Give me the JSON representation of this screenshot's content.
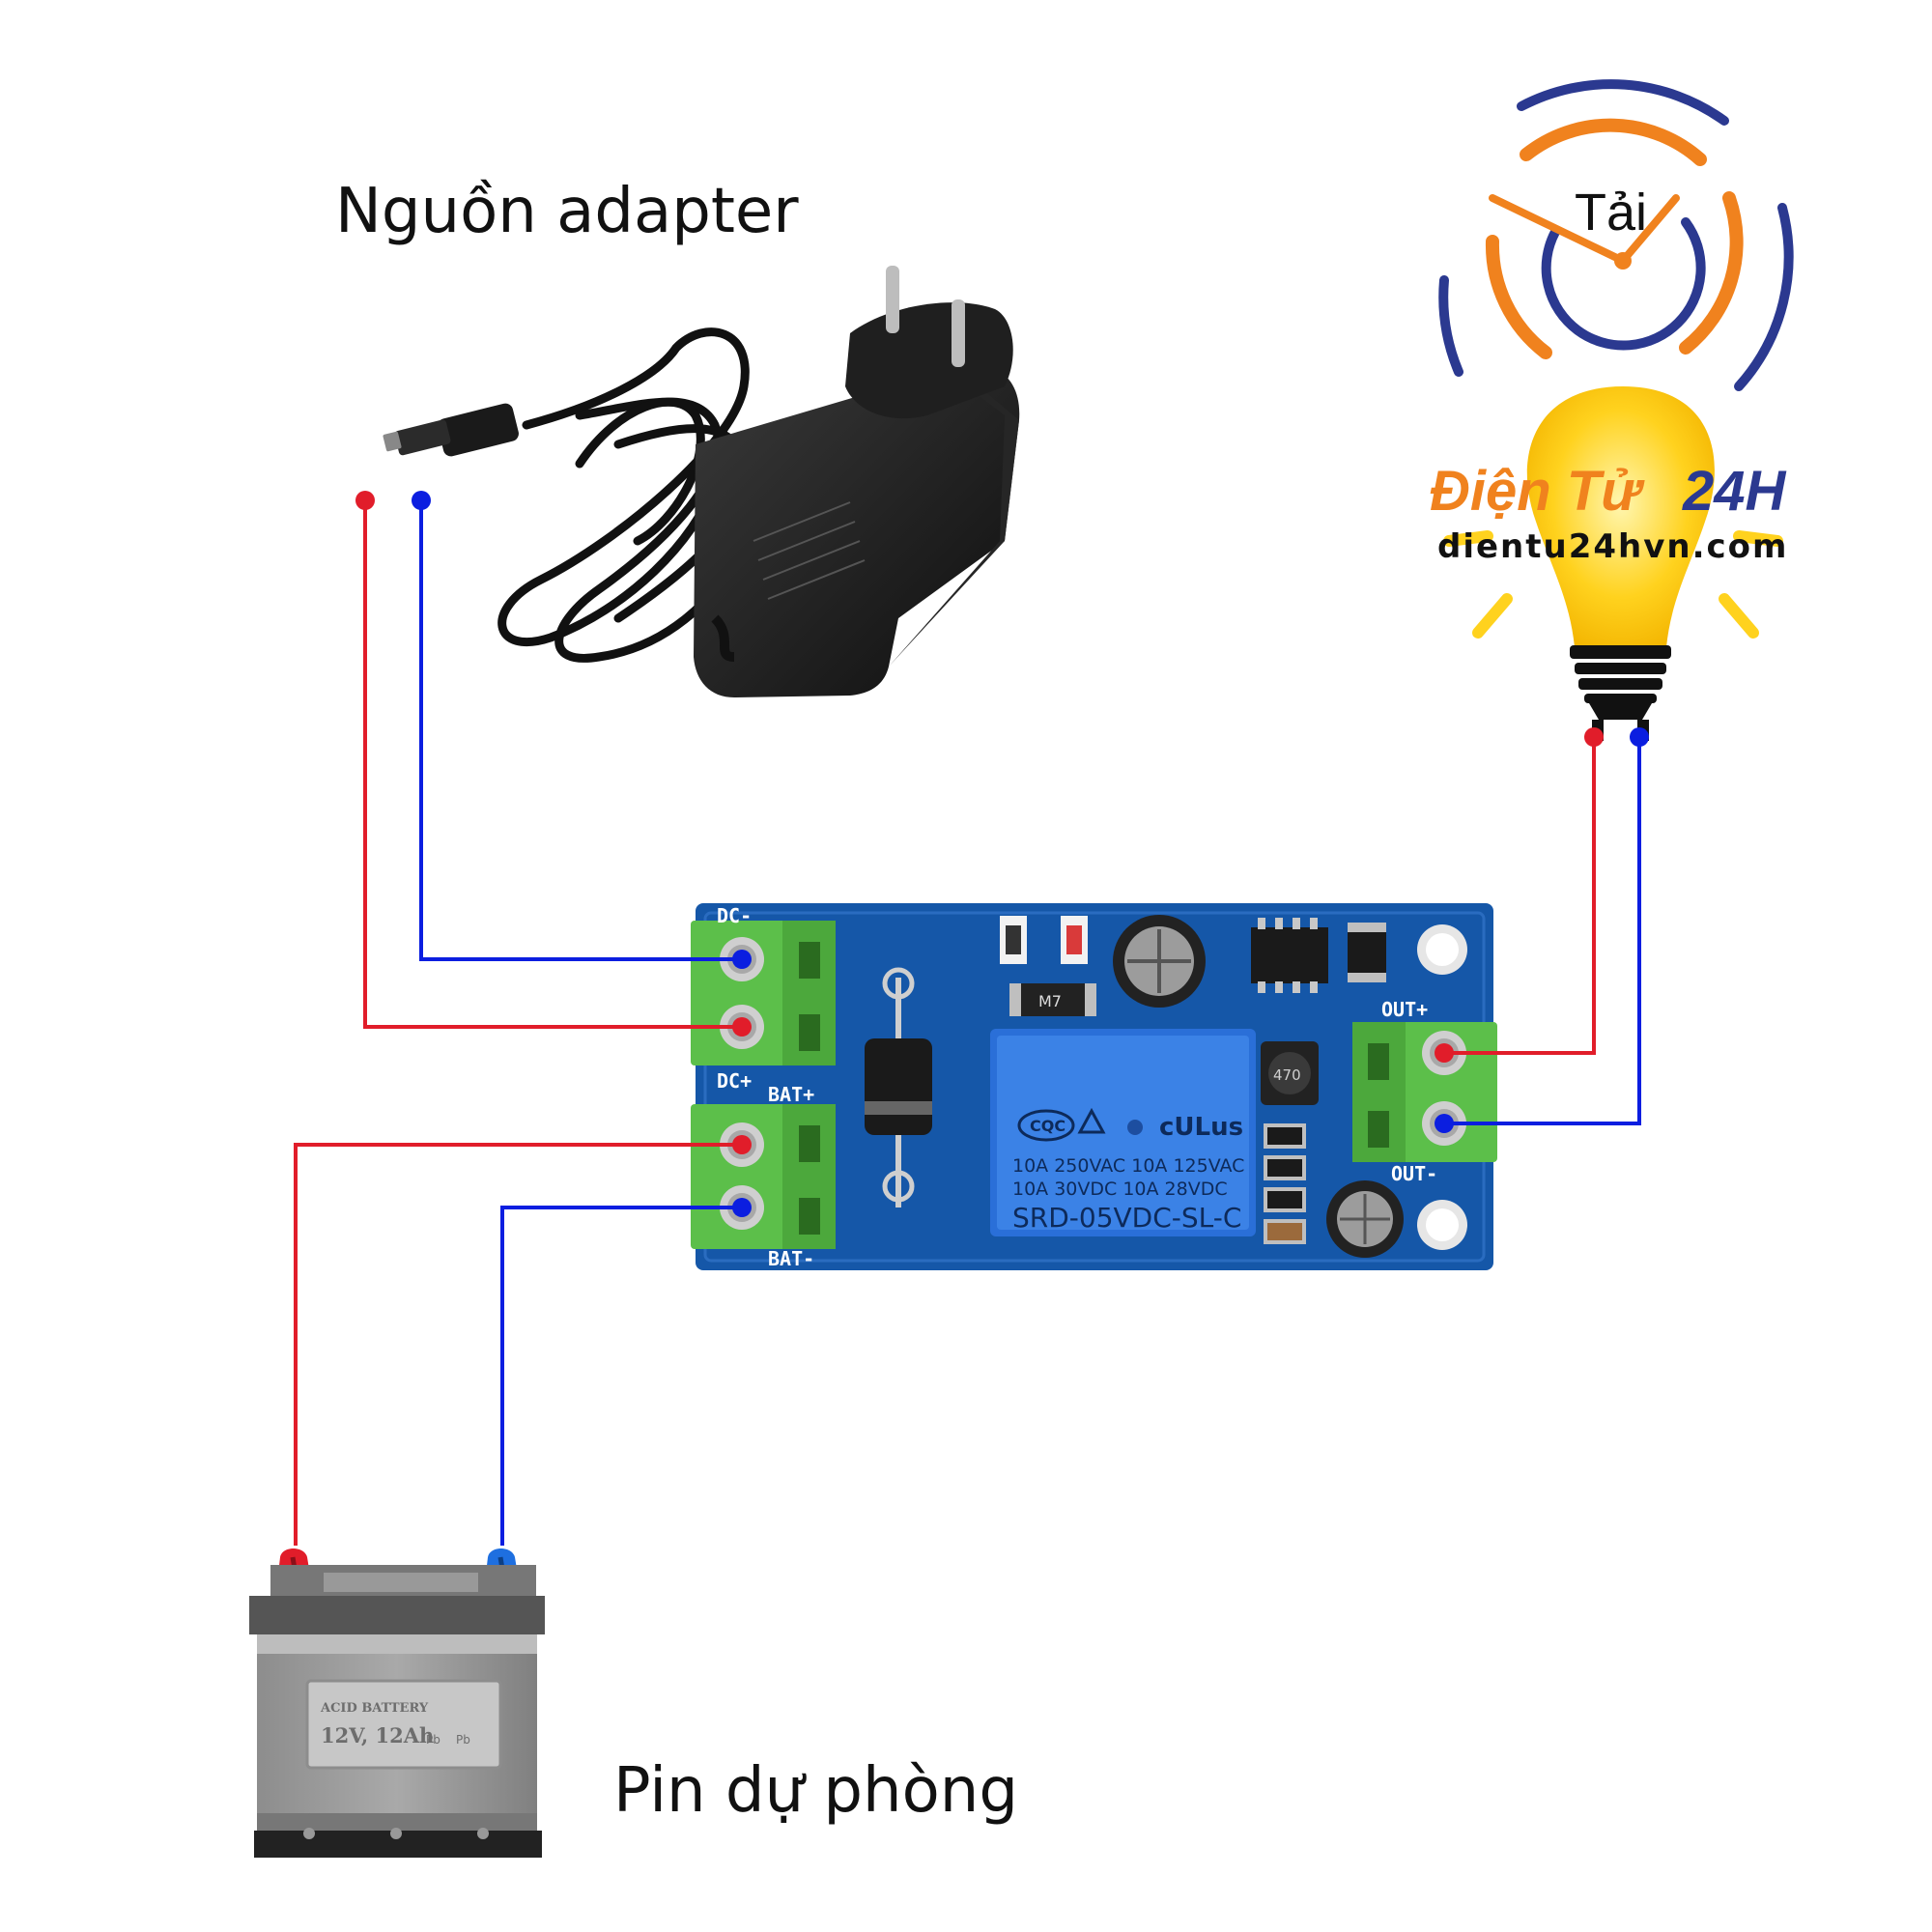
{
  "captions": {
    "adapter": "Nguồn adapter",
    "battery": "Pin dự phòng"
  },
  "logo": {
    "word_tai": "Tải",
    "brand_main": "Điện Tử",
    "brand_num": "24H",
    "url": "dientu24hvn.com",
    "colors": {
      "navy": "#2b3990",
      "orange": "#f0821e",
      "yellow": "#ffd21e"
    }
  },
  "board": {
    "labels": {
      "dc_minus": "DC-",
      "dc_plus": "DC+",
      "bat_plus": "BAT+",
      "bat_minus": "BAT-",
      "out_plus": "OUT+",
      "out_minus": "OUT-"
    },
    "relay": {
      "brand": "CQC",
      "cert": "cULus",
      "spec1": "10A 250VAC  10A 125VAC",
      "spec2": "10A  30VDC  10A  28VDC",
      "model": "SRD-05VDC-SL-C"
    },
    "diode_mark": "M7",
    "inductor_mark": "470",
    "colors": {
      "pcb": "#1557a8",
      "terminal": "#5cbf4a"
    }
  },
  "battery_label": {
    "type": "ACID BATTERY",
    "rating": "12V, 12Ah",
    "recycle_mark": "Pb"
  },
  "wires": {
    "positive_color": "#e11d2a",
    "negative_color": "#0b1ee0"
  }
}
